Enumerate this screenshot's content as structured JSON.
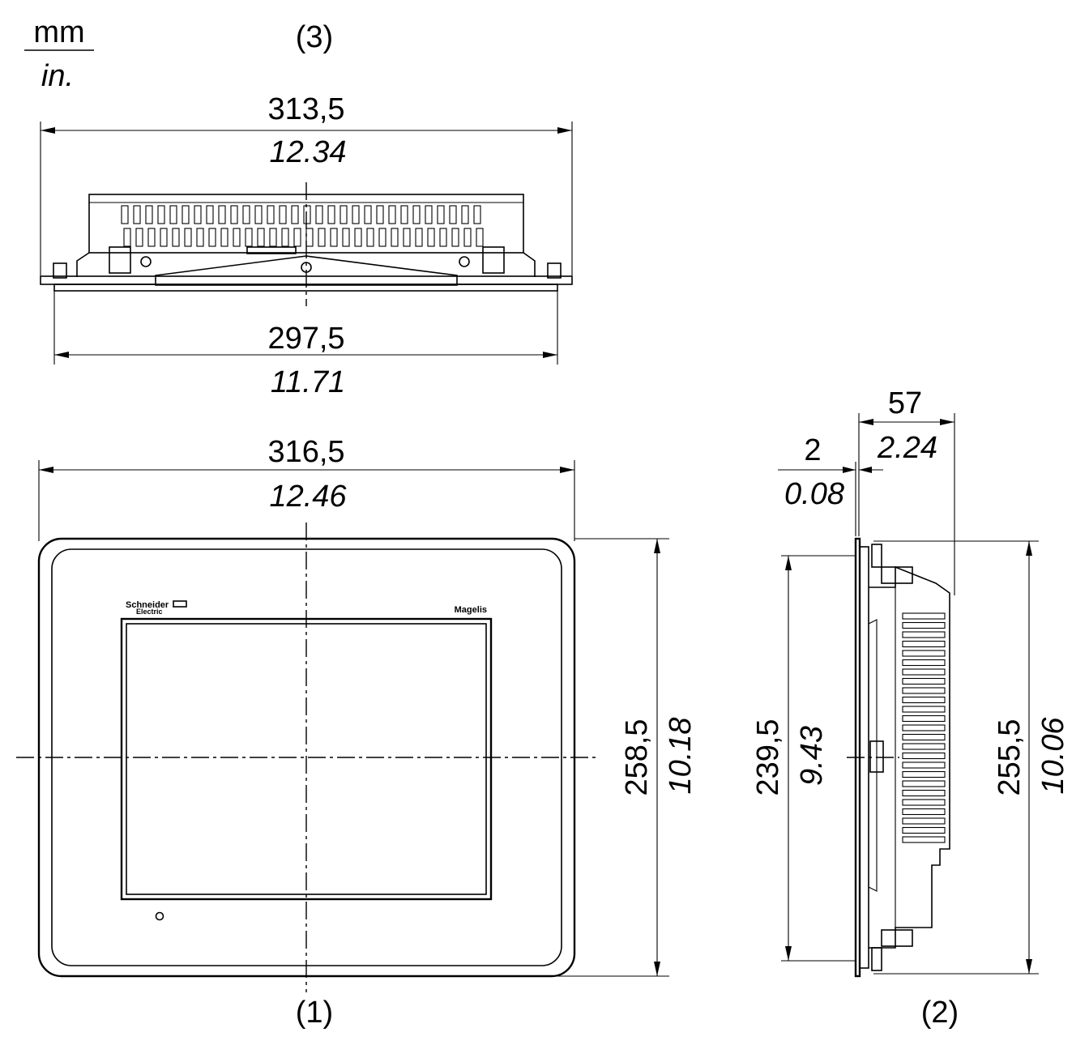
{
  "units": {
    "top": "mm",
    "bottom": "in."
  },
  "views": {
    "top": "(3)",
    "front": "(1)",
    "side": "(2)"
  },
  "dimensions": {
    "top_overall": {
      "mm": "313,5",
      "in": "12.34"
    },
    "top_bezel": {
      "mm": "297,5",
      "in": "11.71"
    },
    "front_width": {
      "mm": "316,5",
      "in": "12.46"
    },
    "front_height": {
      "mm": "258,5",
      "in": "10.18"
    },
    "side_depth": {
      "mm": "57",
      "in": "2.24"
    },
    "side_bezel": {
      "mm": "2",
      "in": "0.08"
    },
    "side_inner_height": {
      "mm": "239,5",
      "in": "9.43"
    },
    "side_height": {
      "mm": "255,5",
      "in": "10.06"
    }
  },
  "branding": {
    "logo_line1": "Schneider",
    "logo_line2": "Electric",
    "product": "Magelis"
  }
}
